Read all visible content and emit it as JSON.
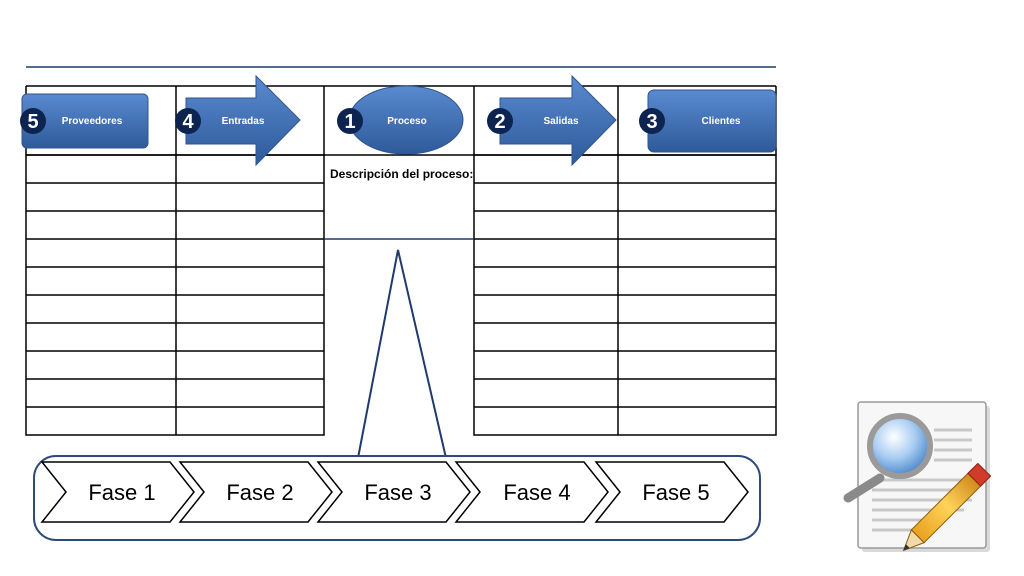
{
  "colors": {
    "box_fill": "#3f6fb0",
    "box_fill_dark": "#2d5591",
    "badge_fill": "#0d2350",
    "grid_line": "#000000",
    "title_line": "#1f3a6b",
    "phase_border": "#2d4a78"
  },
  "sipoc": {
    "elements": [
      {
        "number": "5",
        "label": "Proveedores"
      },
      {
        "number": "4",
        "label": "Entradas"
      },
      {
        "number": "1",
        "label": "Proceso"
      },
      {
        "number": "2",
        "label": "Salidas"
      },
      {
        "number": "3",
        "label": "Clientes"
      }
    ],
    "description_label": "Descripción del proceso:"
  },
  "phases": [
    "Fase 1",
    "Fase 2",
    "Fase 3",
    "Fase 4",
    "Fase 5"
  ],
  "icons": {
    "document_icon": "document-edit-icon"
  }
}
